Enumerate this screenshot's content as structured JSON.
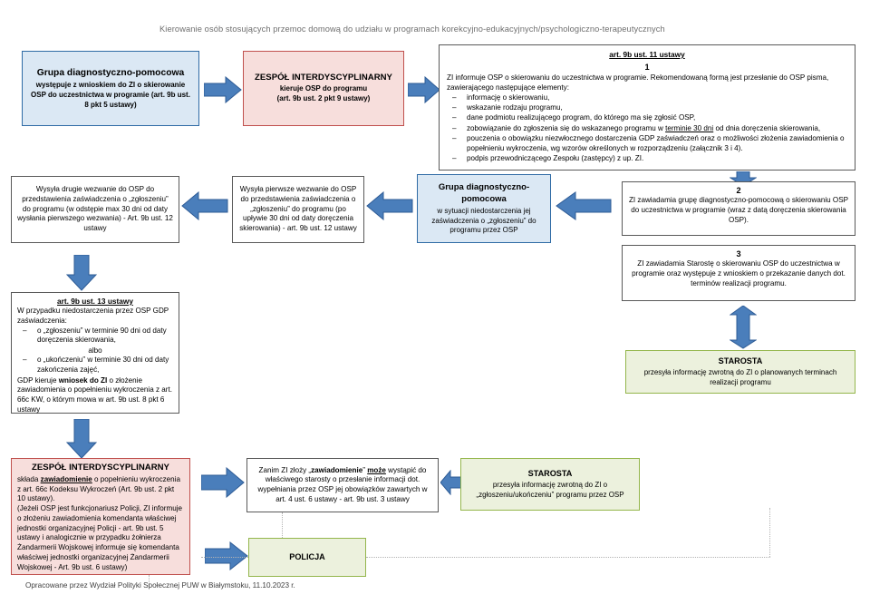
{
  "page": {
    "title": "Kierowanie osób stosujących przemoc domową do udziału w programach korekcyjno-edukacyjnych/psychologiczno-terapeutycznych",
    "footer": "Opracowane przez Wydział Polityki Społecznej PUW w Białymstoku, 11.10.2023 r."
  },
  "colors": {
    "blue_fill": "#dbe8f4",
    "blue_border": "#2f6ba5",
    "pink_fill": "#f7dedc",
    "pink_border": "#c0504d",
    "green_fill": "#ecf1dd",
    "green_border": "#94b64c",
    "arrow_fill": "#4a7ebb",
    "arrow_stroke": "#2f5c96",
    "plain_border": "#595959"
  },
  "nodes": {
    "gdp_top": {
      "heading": "Grupa diagnostyczno-pomocowa",
      "body": "występuje z wnioskiem do ZI o skierowanie OSP do uczestnictwa w programie (art. 9b ust. 8 pkt 5 ustawy)"
    },
    "zi_top": {
      "heading": "ZESPÓŁ INTERDYSCYPLINARNY",
      "line2": "kieruje OSP do programu",
      "line3": "(art. 9b ust. 2 pkt 9 ustawy)"
    },
    "art11": {
      "heading": "art. 9b ust. 11 ustawy",
      "number": "1",
      "intro": "ZI informuje OSP o skierowaniu do uczestnictwa w programie. Rekomendowaną formą jest przesłanie do OSP pisma, zawierającego następujące elementy:",
      "bullets": [
        "informację o skierowaniu,",
        "wskazanie rodzaju programu,",
        "dane podmiotu realizującego program, do którego ma się zgłosić OSP,",
        "zobowiązanie do zgłoszenia się do wskazanego programu w terminie 30 dni od dnia doręczenia skierowania,",
        "pouczenia o obowiązku niezwłocznego dostarczenia GDP zaświadczeń oraz o możliwości złożenia zawiadomienia o popełnieniu wykroczenia, wg wzorów określonych w rozporządzeniu (załącznik 3 i 4).",
        "podpis przewodniczącego Zespołu (zastępcy) z up. ZI."
      ],
      "bullet4_underline": "terminie 30 dni"
    },
    "step2": {
      "number": "2",
      "body": "ZI zawiadamia grupę diagnostyczno-pomocową o skierowaniu OSP do uczestnictwa w programie (wraz z datą doręczenia skierowania OSP)."
    },
    "step3": {
      "number": "3",
      "body": "ZI zawiadamia Starostę o skierowaniu OSP do uczestnictwa w programie oraz występuje z  wnioskiem o przekazanie danych dot. terminów realizacji programu."
    },
    "starosta_right": {
      "heading": "STAROSTA",
      "body": "przesyła informację zwrotną do ZI o planowanych terminach realizacji programu"
    },
    "gdp_mid": {
      "heading": "Grupa diagnostyczno-pomocowa",
      "body": "w sytuacji niedostarczenia jej zaświadczenia o „zgłoszeniu” do programu przez OSP"
    },
    "wezwanie1": {
      "body": "Wysyła pierwsze wezwanie do  OSP do przedstawienia zaświadczenia o „zgłoszeniu” do programu (po upływie 30 dni od daty doręczenia skierowania) - art. 9b ust. 12 ustawy"
    },
    "wezwanie2": {
      "body": "Wysyła drugie wezwanie do OSP do przedstawienia zaświadczenia o „zgłoszeniu” do programu (w odstępie max 30 dni od daty wysłania pierwszego wezwania) - Art. 9b ust. 12 ustawy"
    },
    "art13": {
      "heading": "art. 9b ust. 13 ustawy",
      "intro": "W przypadku niedostarczenia przez OSP GDP zaświadczenia:",
      "bullet1": "o „zgłoszeniu” w terminie 90 dni od daty doręczenia skierowania,",
      "albo": "albo",
      "bullet2": "o „ukończeniu” w terminie 30 dni od daty zakończenia zajęć,",
      "tail_pre": "GDP kieruje ",
      "tail_bold": "wniosek do ZI",
      "tail_post": " o złożenie zawiadomienia o popełnieniu wykroczenia z art. 66c KW, o którym mowa w art. 9b ust. 8 pkt 6 ustawy"
    },
    "zi_bottom": {
      "heading": "ZESPÓŁ INTERDYSCYPLINARNY",
      "p1_pre": "składa ",
      "p1_bold_u": "zawiadomienie",
      "p1_post": " o popełnieniu wykroczenia z art. 66c Kodeksu Wykroczeń (Art. 9b ust. 2 pkt 10 ustawy).",
      "p2": "(Jeżeli OSP jest funkcjonariusz Policji, ZI informuje o złożeniu zawiadomienia komendanta właściwej jednostki organizacyjnej Policji - art. 9b ust. 5 ustawy i analogicznie w przypadku żołnierza Żandarmerii Wojskowej informuje się komendanta właściwej jednostki organizacyjnej Żandarmerii Wojskowej - Art. 9b ust. 6 ustawy)"
    },
    "zanim": {
      "pre": "Zanim ZI złoży „",
      "bold1": "zawiadomienie",
      "mid": "” ",
      "bold_u": "może",
      "post": " wystąpić do  właściwego starosty o przesłanie informacji dot. wypełniania przez OSP jej obowiązków zawartych w art. 4 ust. 6 ustawy - art. 9b ust. 3 ustawy"
    },
    "starosta_bottom": {
      "heading": "STAROSTA",
      "body": "przesyła informację zwrotną do ZI o „zgłoszeniu/ukończeniu” programu przez OSP"
    },
    "policja": {
      "heading": "POLICJA"
    }
  },
  "arrows": [
    {
      "name": "arrow-gdp-to-zi",
      "direction": "right"
    },
    {
      "name": "arrow-zi-to-art11",
      "direction": "right"
    },
    {
      "name": "arrow-art11-to-step2",
      "direction": "down"
    },
    {
      "name": "arrow-step3-to-starosta",
      "direction": "up-down"
    },
    {
      "name": "arrow-step2-to-gdp-mid",
      "direction": "left"
    },
    {
      "name": "arrow-gdpmid-to-wezwanie1",
      "direction": "left"
    },
    {
      "name": "arrow-wezwanie1-to-wezwanie2",
      "direction": "left"
    },
    {
      "name": "arrow-wezwanie2-to-art13",
      "direction": "down"
    },
    {
      "name": "arrow-art13-to-zi-bottom",
      "direction": "down"
    },
    {
      "name": "arrow-zibottom-to-zanim",
      "direction": "right"
    },
    {
      "name": "arrow-zanim-to-starosta-bottom",
      "direction": "left-right"
    },
    {
      "name": "arrow-zibottom-to-policja",
      "direction": "right"
    }
  ]
}
